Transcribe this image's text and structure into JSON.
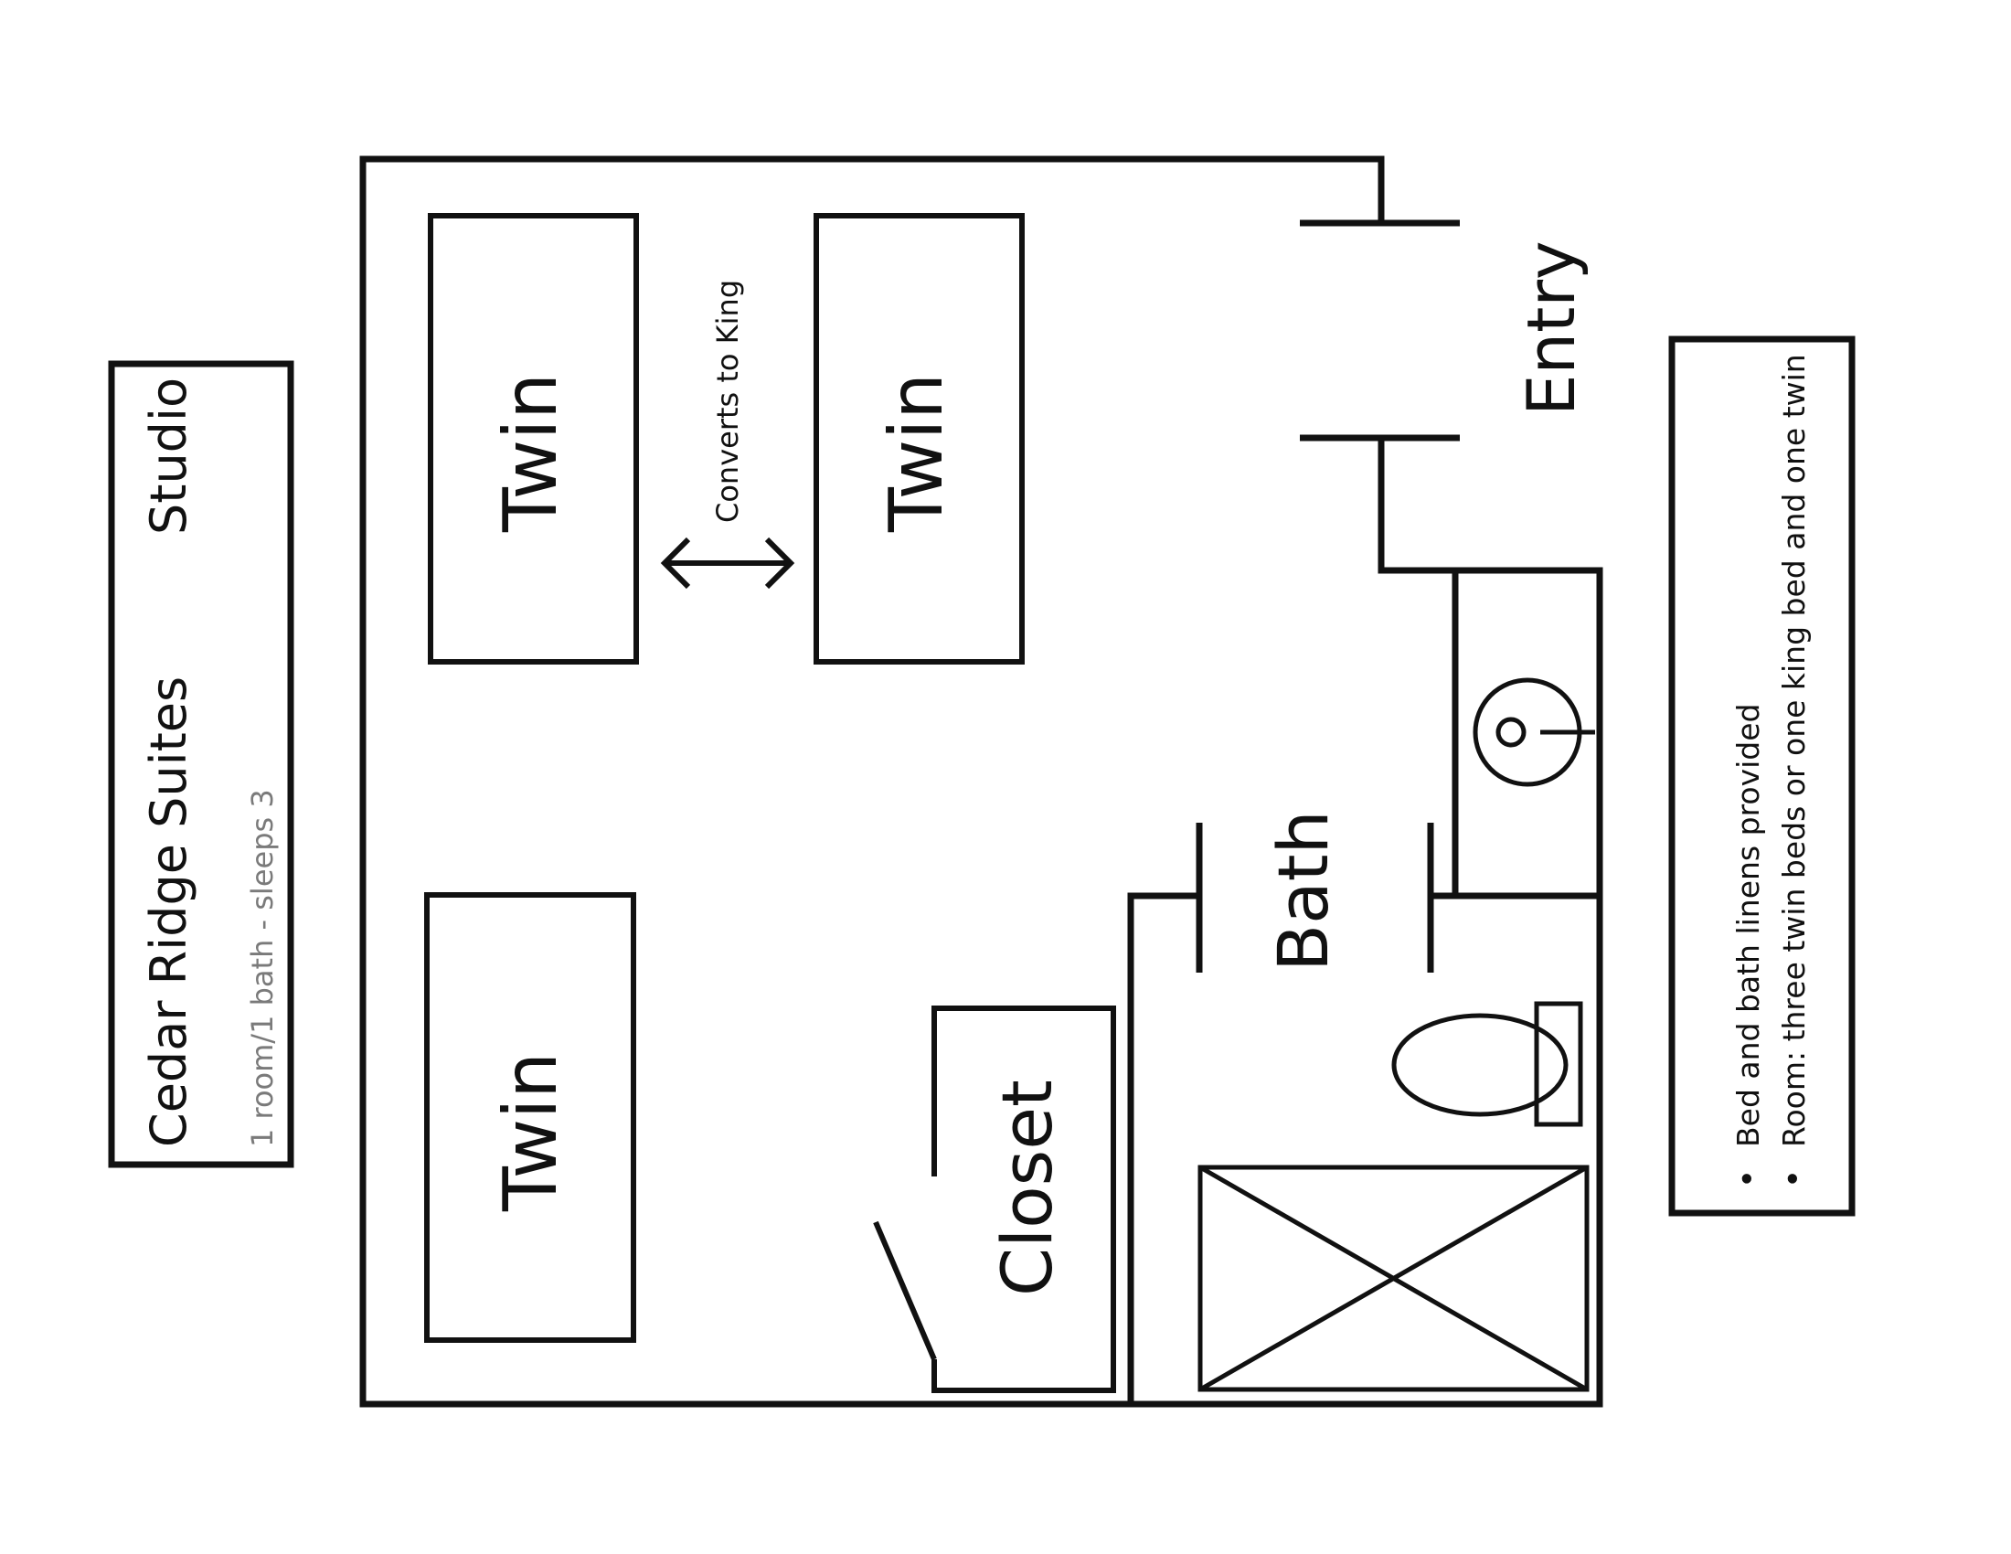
{
  "title_block": {
    "property_name": "Cedar Ridge Suites",
    "unit_type": "Studio",
    "summary": "1 room/1 bath - sleeps 3"
  },
  "rooms": {
    "bed1_label": "Twin",
    "bed2_label": "Twin",
    "bed3_label": "Twin",
    "convert_note": "Converts to King",
    "entry_label": "Entry",
    "bath_label": "Bath",
    "closet_label": "Closet"
  },
  "notes": {
    "items": [
      "Bed and bath linens provided",
      "Room: three twin beds or one king bed and one twin"
    ]
  },
  "colors": {
    "line": "#111111",
    "subtext": "#7a7a7a",
    "background": "#ffffff"
  }
}
